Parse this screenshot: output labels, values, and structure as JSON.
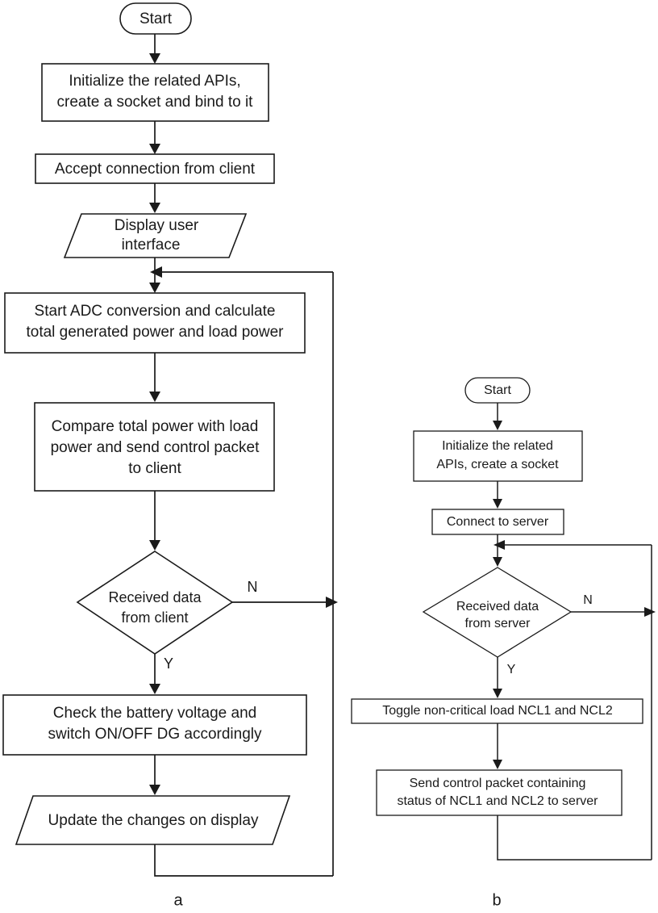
{
  "figure": {
    "type": "flowchart",
    "caption_a": "a",
    "caption_b": "b",
    "colors": {
      "line": "#1a1a1a",
      "fill": "#ffffff",
      "background": "#ffffff"
    }
  },
  "flowchart_a": {
    "title": "a",
    "nodes": [
      {
        "id": "a-start",
        "shape": "terminator",
        "text": "Start"
      },
      {
        "id": "a-init",
        "shape": "process",
        "line1": "Initialize the related APIs,",
        "line2": "create a socket and bind to it"
      },
      {
        "id": "a-accept",
        "shape": "process",
        "text": "Accept connection from client"
      },
      {
        "id": "a-display",
        "shape": "parallelogram",
        "line1": "Display user",
        "line2": "interface"
      },
      {
        "id": "a-adc",
        "shape": "process",
        "line1": "Start ADC conversion and calculate",
        "line2": "total generated power and load power"
      },
      {
        "id": "a-compare",
        "shape": "process",
        "line1": "Compare total power with load",
        "line2": "power and send control packet",
        "line3": "to client"
      },
      {
        "id": "a-decision",
        "shape": "decision",
        "line1": "Received data",
        "line2": "from client",
        "yes": "Y",
        "no": "N"
      },
      {
        "id": "a-battery",
        "shape": "process",
        "line1": "Check the battery voltage and",
        "line2": "switch ON/OFF DG accordingly"
      },
      {
        "id": "a-update",
        "shape": "parallelogram",
        "text": "Update the changes on display"
      }
    ]
  },
  "flowchart_b": {
    "title": "b",
    "nodes": [
      {
        "id": "b-start",
        "shape": "terminator",
        "text": "Start"
      },
      {
        "id": "b-init",
        "shape": "process",
        "line1": "Initialize the related",
        "line2": "APIs, create a socket"
      },
      {
        "id": "b-connect",
        "shape": "process",
        "text": "Connect to server"
      },
      {
        "id": "b-decision",
        "shape": "decision",
        "line1": "Received data",
        "line2": "from server",
        "yes": "Y",
        "no": "N"
      },
      {
        "id": "b-toggle",
        "shape": "process",
        "text": "Toggle non-critical load NCL1 and NCL2"
      },
      {
        "id": "b-send",
        "shape": "process",
        "line1": "Send control packet containing",
        "line2": "status of NCL1 and NCL2 to server"
      }
    ]
  }
}
